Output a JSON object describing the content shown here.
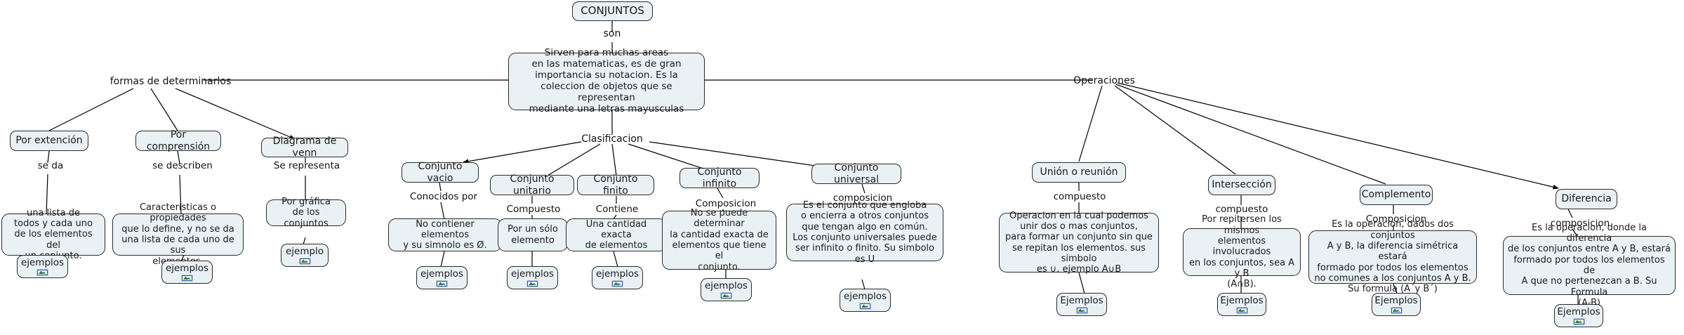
{
  "map": {
    "title": "CONJUNTOS",
    "icon_name": "image-icon",
    "colors": {
      "node_fill": "#eaf1f4",
      "node_border": "#2b2b2b",
      "text": "#1a1a1a",
      "edge": "#000000",
      "icon_border": "#2a5caa"
    }
  },
  "nodes": {
    "root": "CONJUNTOS",
    "definition": "Sirven para muchas areas\nen las matematicas, es de gran\nimportancia su notacion. Es la\ncoleccion de objetos que se representan\nmediante una letras mayusculas",
    "por_extension": "Por extención",
    "por_extension_desc": "una lista de\ntodos y cada uno\nde los elementos del\nun conjunto.",
    "por_extension_ej": "ejemplos",
    "por_comprension": "Por comprensión",
    "por_comprension_desc": "Características o propiedades\nque lo define, y no se da\nuna lista de cada uno de sus\nelementos.",
    "por_comprension_ej": "ejemplos",
    "diagrama_venn": "Diagrama de venn",
    "diagrama_venn_desc": "Por gráfica\nde los conjuntos",
    "diagrama_venn_ej": "ejemplo",
    "conjunto_vacio": "Conjunto vacio",
    "conjunto_vacio_desc": "No contiener elementos\ny su simnolo es Ø.",
    "conjunto_vacio_ej": "ejemplos",
    "conjunto_unitario": "Conjunto unitario",
    "conjunto_unitario_desc": "Por un sólo\nelemento",
    "conjunto_unitario_ej": "ejemplos",
    "conjunto_finito": "Conjunto finito",
    "conjunto_finito_desc": "Una cantidad exacta\nde elementos",
    "conjunto_finito_ej": "ejemplos",
    "conjunto_infinito": "Conjunto infinito",
    "conjunto_infinito_desc": "No se puede determinar\nla cantidad exacta de\nelementos que tiene el\nconjunto.",
    "conjunto_infinito_ej": "ejemplos",
    "conjunto_universal": "Conjunto universal",
    "conjunto_universal_desc": "Es el conjunto que engloba\no encierra a otros conjuntos\nque tengan algo en común.\nLos conjunto universales puede\nser infinito o finito. Su simbolo es U",
    "conjunto_universal_ej": "ejemplos",
    "union": "Unión o reunión",
    "union_desc": "Operacion en la cual podemos\nunir dos o mas conjuntos,\npara formar un conjunto sin que\nse repitan los elementos. sus simbolo\nes ∪. ejemplo A∪B",
    "union_ej": "Ejemplos",
    "interseccion": "Intersección",
    "interseccion_desc": "Por repitersen los mismos\nelementos involucrados\nen los conjuntos, sea A y B\n(A∩B).",
    "interseccion_ej": "Ejemplos",
    "complemento": "Complemento",
    "complemento_desc": "Es la operacion, dados dos conjuntos\nA y B, la diferencia simétrica estará\nformado por todos los elementos\nno comunes a los conjuntos A y B.\nSu formula (A´y B´)",
    "complemento_ej": "Ejemplos",
    "diferencia": "Diferencia",
    "diferencia_desc": "Es la operacion, donde la diferencia\nde los conjuntos entre A y B, estará\nformado por todos los elementos de\nA que no pertenezcan a B. Su Formula\n(A-B)",
    "diferencia_ej": "Ejemplos"
  },
  "link_labels": {
    "son": "son",
    "formas_de_determinarlos": "formas de determinarlos",
    "operaciones": "Operaciones",
    "clasificacion": "Clasificacion",
    "se_da": "se da",
    "se_describen": "se describen",
    "se_representa": "Se representa",
    "conocidos_por": "Conocidos por",
    "compuesto_unitario": "Compuesto",
    "contiene": "Contiene",
    "composicion_infinito": "Composicion",
    "composicion_universal": "composicion",
    "compuesto_union": "compuesto",
    "compuesto_interseccion": "compuesto",
    "composicion_complemento": "Composicion",
    "composicion_diferencia": "composicion"
  }
}
